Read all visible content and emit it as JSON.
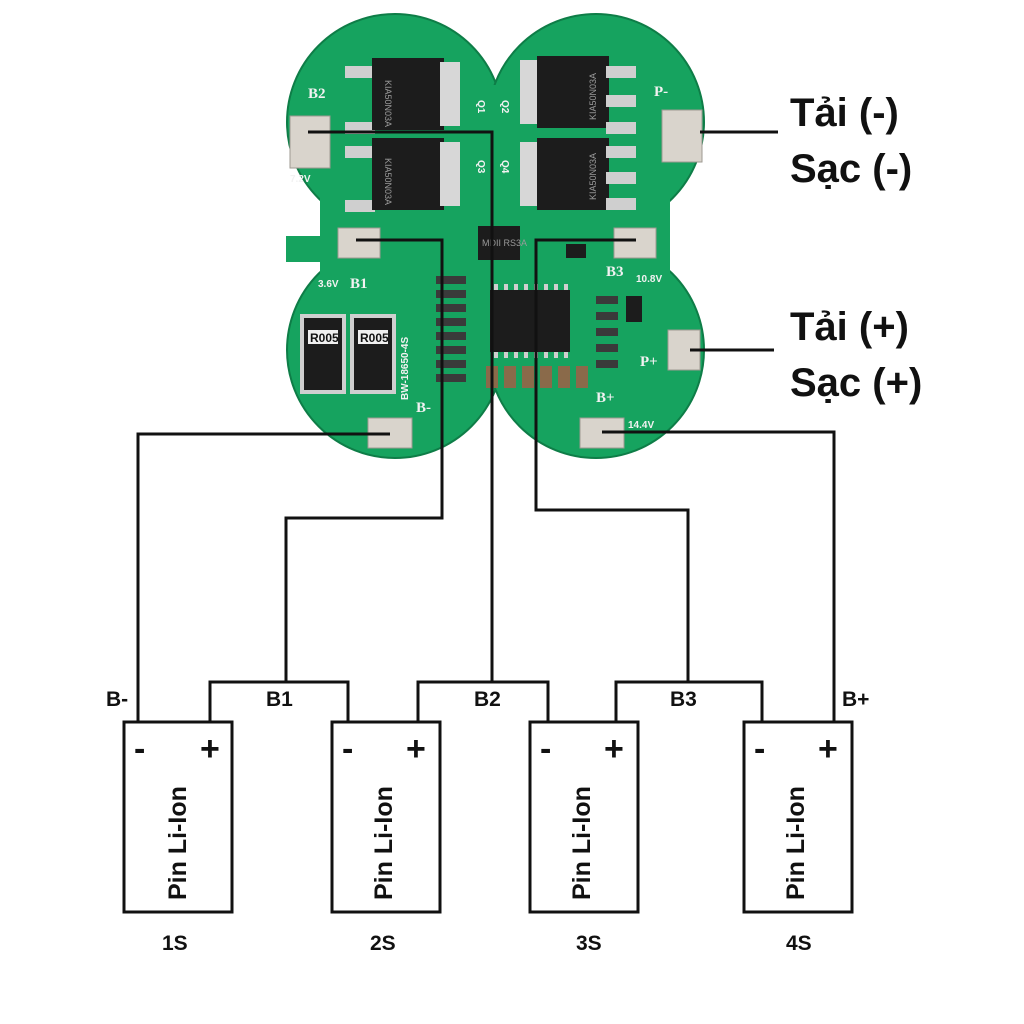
{
  "labels": {
    "load_neg": "Tải  (-)",
    "charge_neg": "Sạc (-)",
    "load_pos": "Tải  (+)",
    "charge_pos": "Sạc (+)"
  },
  "nodes": {
    "b_minus": "B-",
    "b1": "B1",
    "b2": "B2",
    "b3": "B3",
    "b_plus": "B+"
  },
  "cells": [
    {
      "name": "Pin Li-Ion",
      "minus": "-",
      "plus": "+",
      "caption": "1S"
    },
    {
      "name": "Pin Li-Ion",
      "minus": "-",
      "plus": "+",
      "caption": "2S"
    },
    {
      "name": "Pin Li-Ion",
      "minus": "-",
      "plus": "+",
      "caption": "3S"
    },
    {
      "name": "Pin Li-Ion",
      "minus": "-",
      "plus": "+",
      "caption": "4S"
    }
  ],
  "board": {
    "silk_b2": "B2",
    "silk_72v": "7.2V",
    "silk_b1": "B1",
    "silk_36v": "3.6V",
    "silk_b3": "B3",
    "silk_108v": "10.8V",
    "silk_p_minus": "P-",
    "silk_p_plus": "P+",
    "silk_b_minus": "B-",
    "silk_b_plus": "B+",
    "silk_144v": "14.4V",
    "silk_model": "BW-18650-4S",
    "silk_q1": "Q1",
    "silk_q2": "Q2",
    "silk_q3": "Q3",
    "silk_q4": "Q4",
    "mosfet_text": "KIA50N03A",
    "shunt_text": "R005",
    "center_ic_top": "MDII RS3A",
    "colors": {
      "pcb": "#16a35f",
      "pcb_dark": "#0e7d47",
      "pad": "#d9d4cc",
      "mosfet": "#1c1c1c",
      "wire": "#111111"
    }
  }
}
